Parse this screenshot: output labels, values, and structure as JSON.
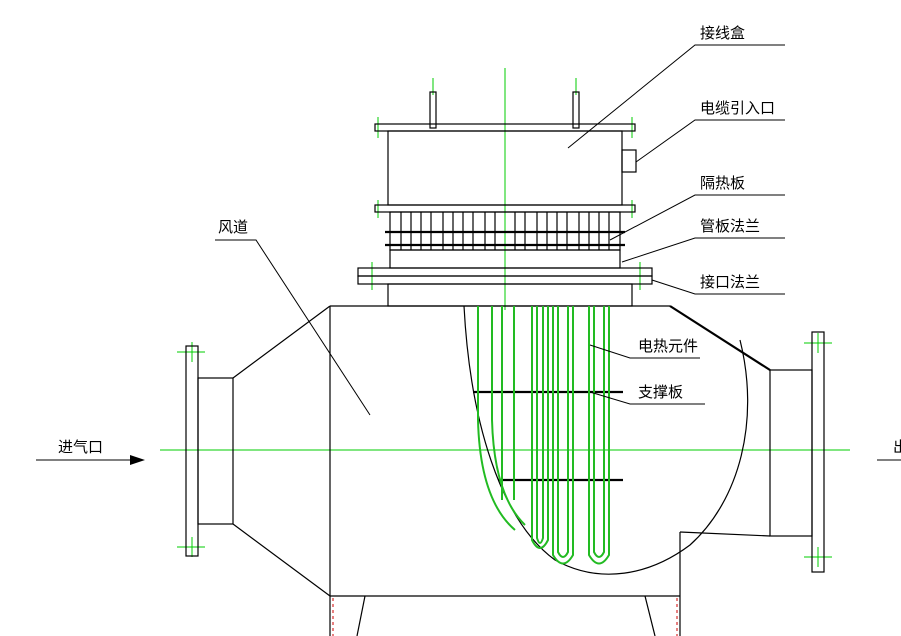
{
  "labels": {
    "junction_box": "接线盒",
    "cable_entry": "电缆引入口",
    "insulation_board": "隔热板",
    "tube_plate_flange": "管板法兰",
    "interface_flange": "接口法兰",
    "air_duct": "风道",
    "heating_element": "电热元件",
    "support_plate": "支撑板",
    "air_inlet": "进气口",
    "air_outlet_cut": "出"
  },
  "colors": {
    "line": "#000000",
    "centerline": "#00cc00",
    "heating_tube": "#22bb22",
    "hidden_line": "#cc0000"
  }
}
